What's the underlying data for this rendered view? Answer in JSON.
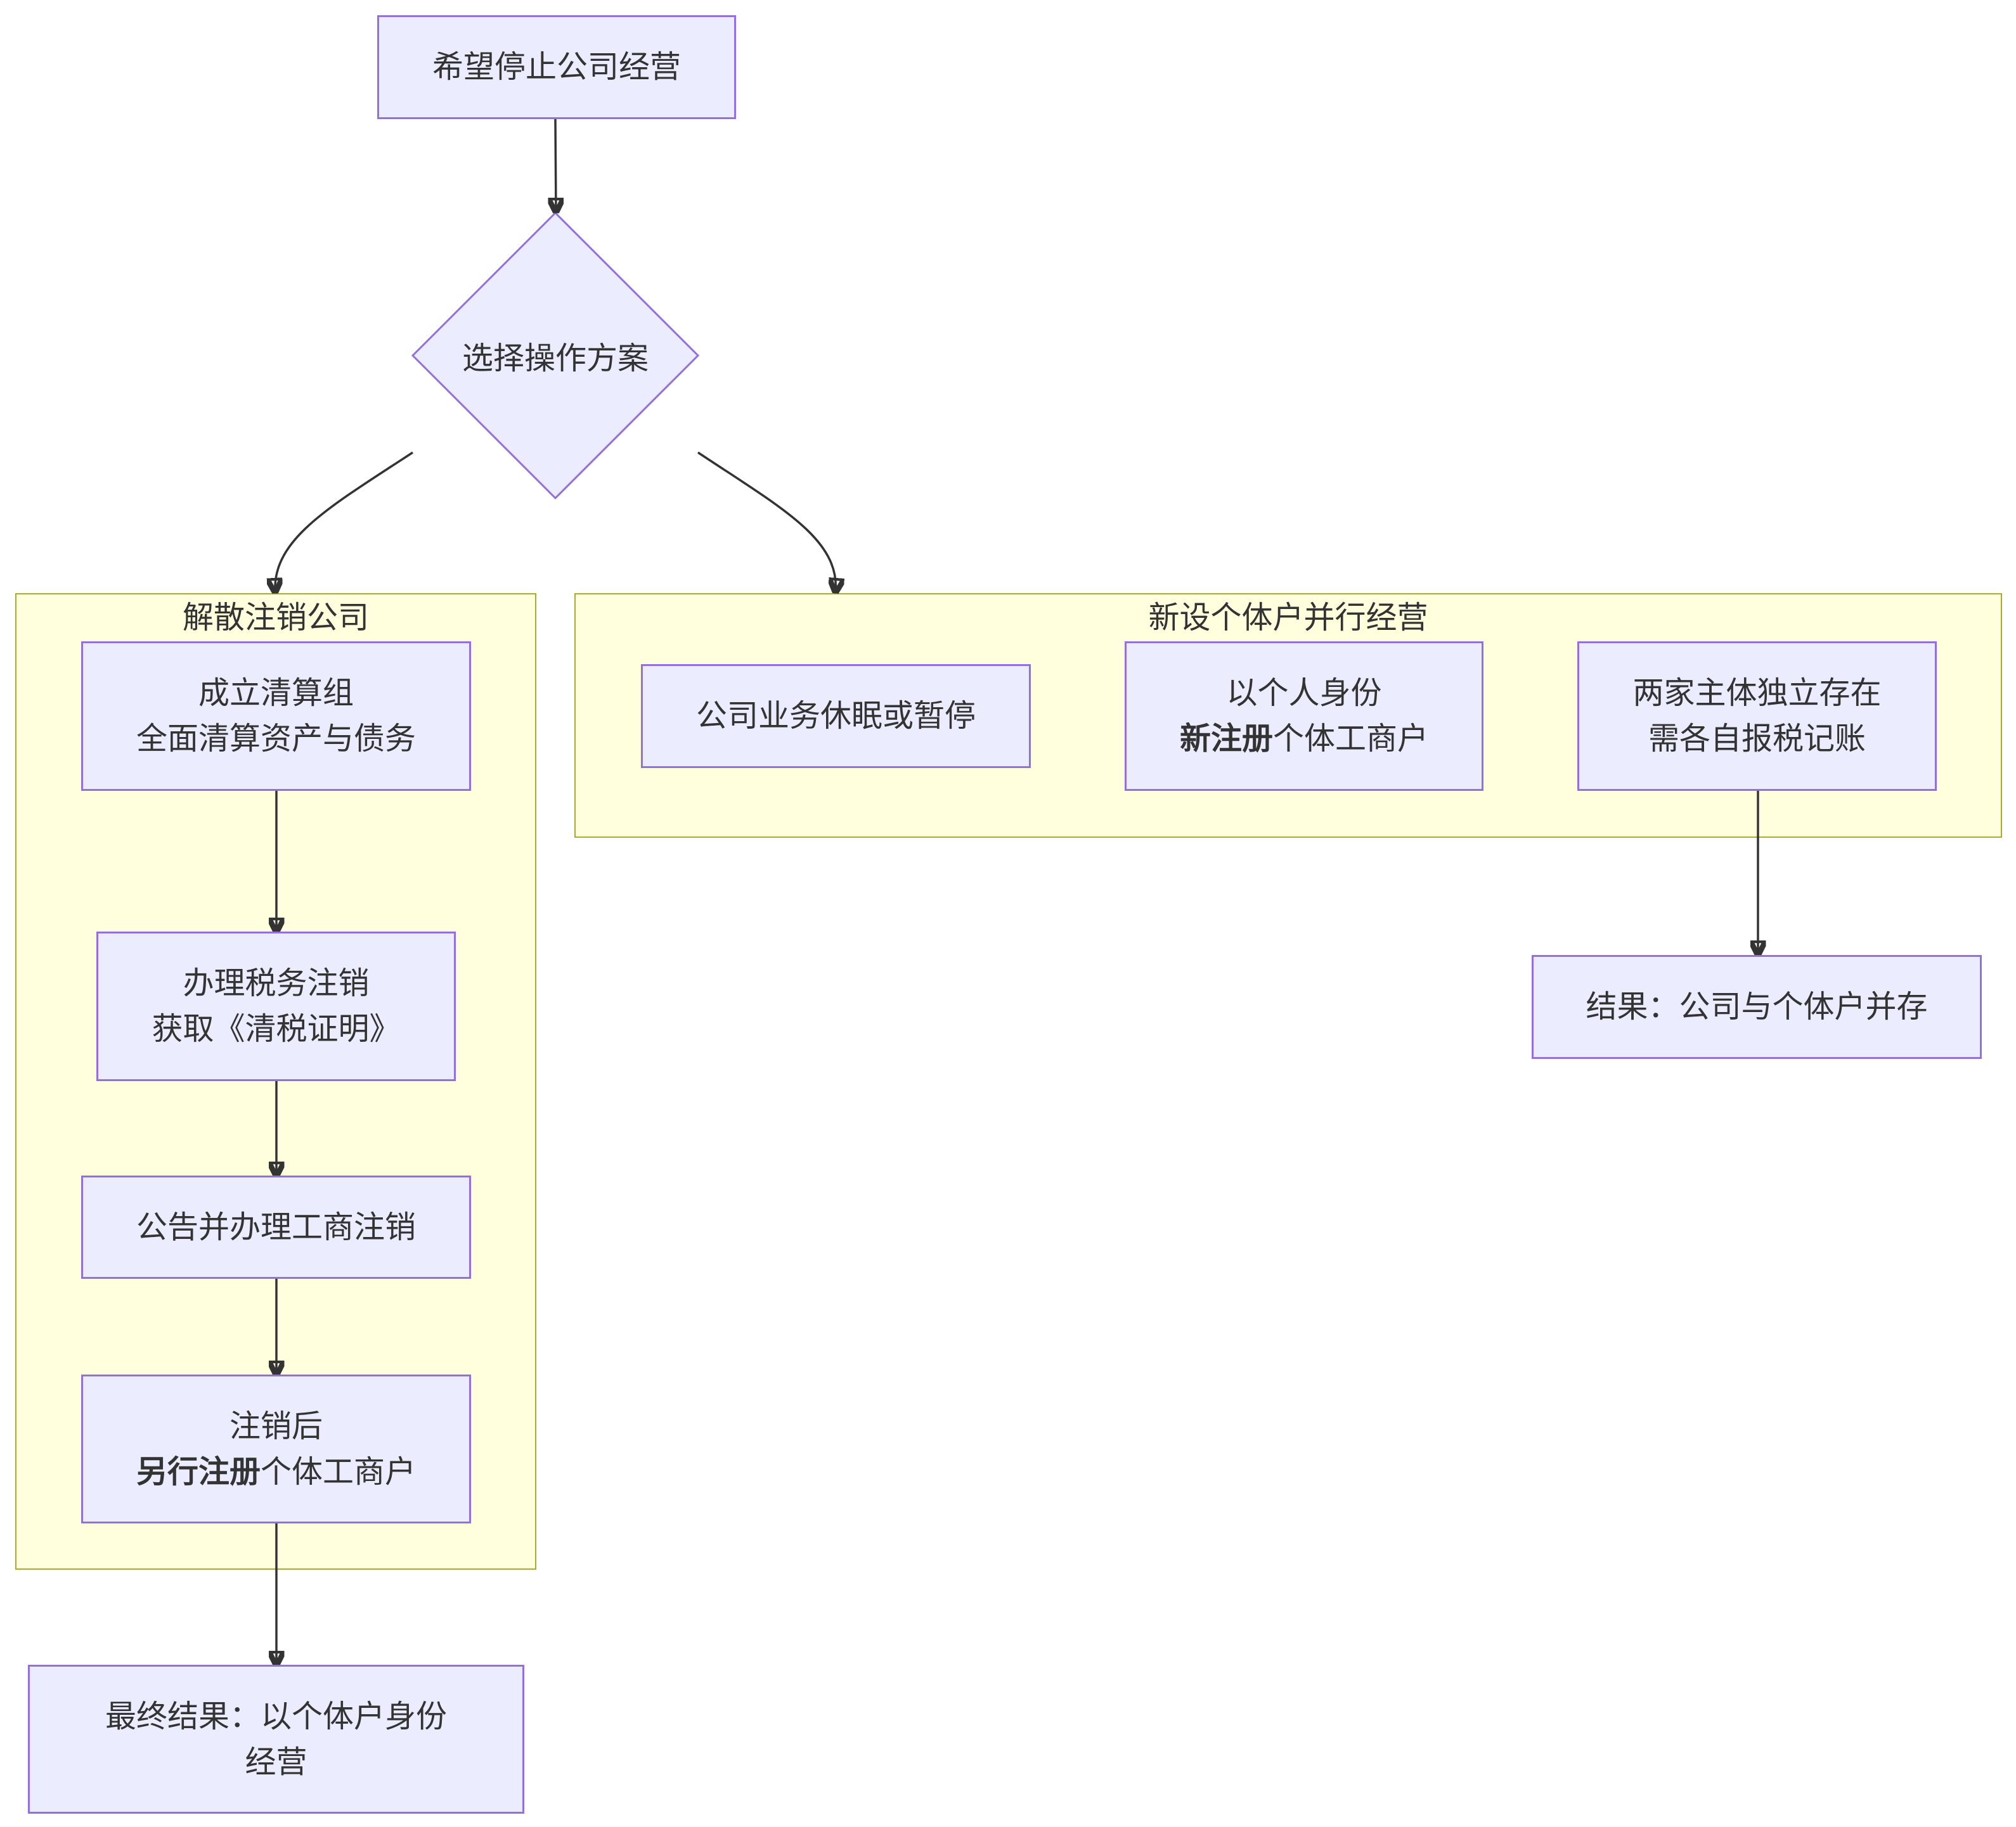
{
  "nodes": {
    "start": "希望停止公司经营",
    "decision": "选择操作方案",
    "liquidation_line1": "成立清算组",
    "liquidation_line2": "全面清算资产与债务",
    "tax_line1": "办理税务注销",
    "tax_line2": "获取《清税证明》",
    "announce": "公告并办理工商注销",
    "after_line1": "注销后",
    "after_bold": "另行注册",
    "after_rest": "个体工商户",
    "final_result": "最终结果：以个体户身份经营",
    "dormant": "公司业务休眠或暂停",
    "personal_line1": "以个人身份",
    "personal_bold": "新注册",
    "personal_rest": "个体工商户",
    "two_entities_line1": "两家主体独立存在",
    "two_entities_line2": "需各自报税记账",
    "coexist_result": "结果：公司与个体户并存"
  },
  "clusters": {
    "dissolve": "解散注销公司",
    "parallel": "新设个体户并行经营"
  },
  "colors": {
    "node_fill": "#ececff",
    "node_stroke": "#9370db",
    "cluster_fill": "#ffffde",
    "cluster_stroke": "#aaaa33",
    "edge": "#333333",
    "text": "#333333"
  }
}
